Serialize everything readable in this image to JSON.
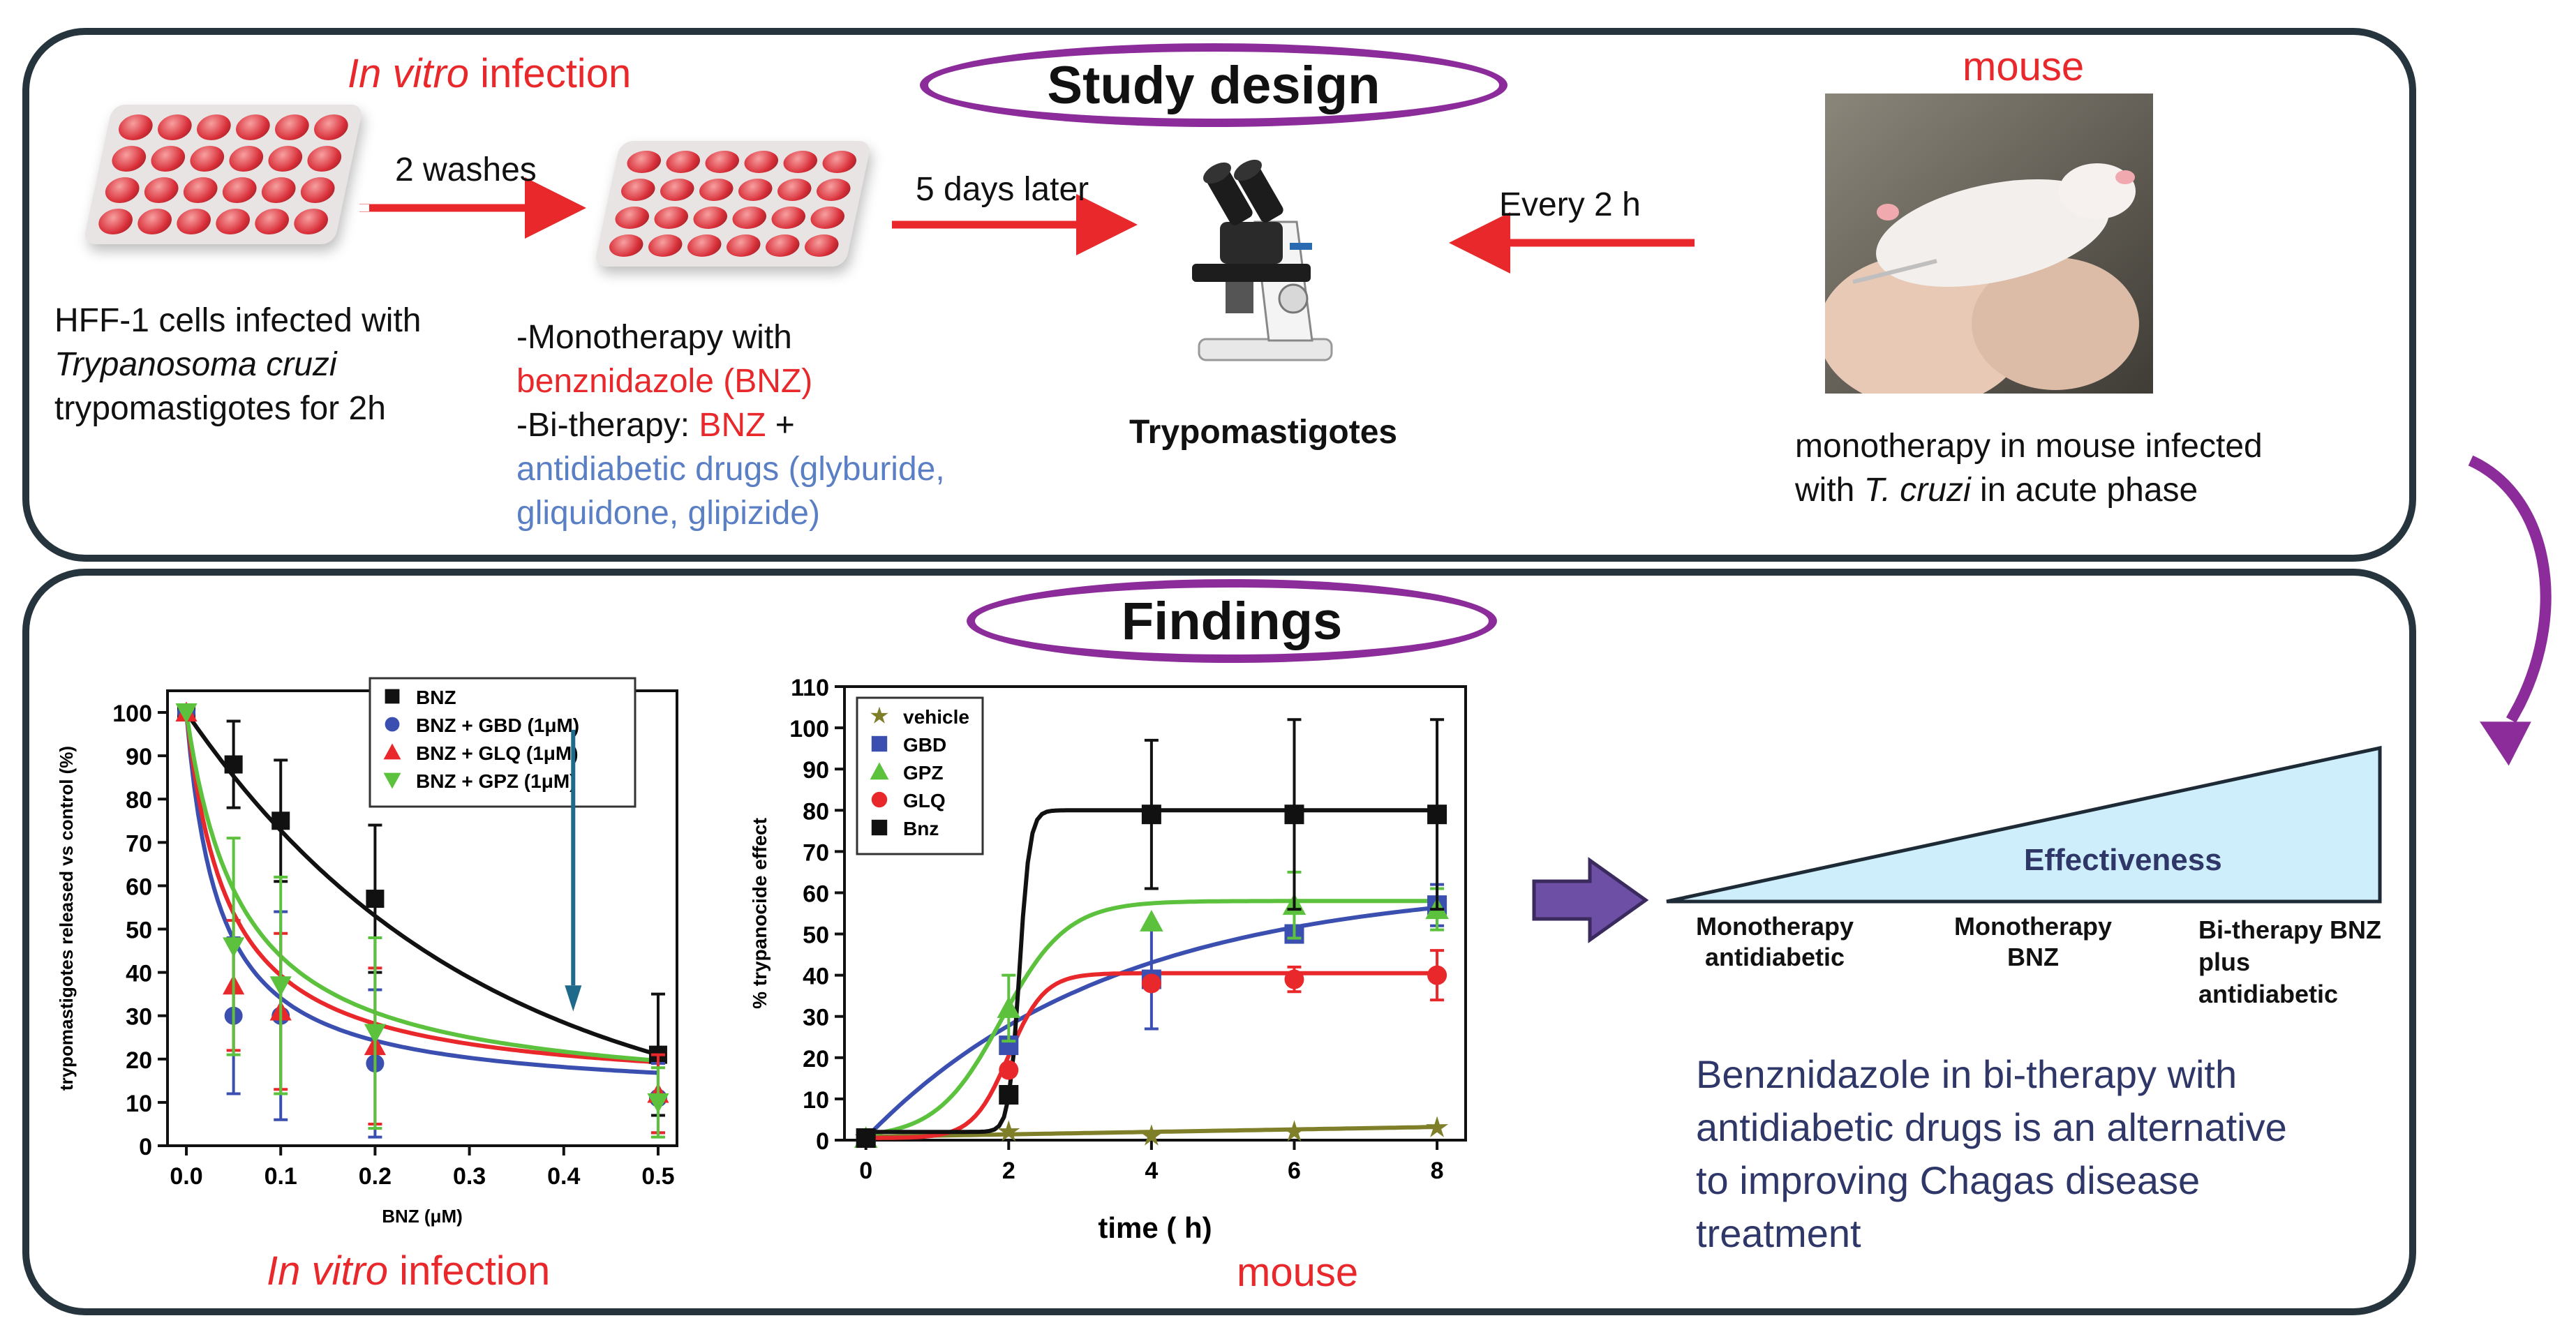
{
  "study": {
    "title": "Study design",
    "invitro_header_italic": "In vitro",
    "invitro_header_rest": " infection",
    "mouse_header": "mouse",
    "washes_label": "2 washes",
    "days_label": "5 days later",
    "every_label": "Every 2 h",
    "microscope_label": "Trypomastigotes",
    "cells_line1": "HFF-1 cells infected with",
    "cells_line2_italic": "Trypanosoma cruzi",
    "cells_line3": "trypomastigotes for 2h",
    "mono_line1": "-Monotherapy with",
    "mono_line2": "benznidazole (BNZ)",
    "bi_prefix": "-Bi-therapy: ",
    "bi_bnz": "BNZ",
    "bi_plus": " +",
    "bi_line2": "antidiabetic drugs (glyburide,",
    "bi_line3": "gliquidone, glipizide)",
    "mouse_line1": "monotherapy in mouse infected",
    "mouse_line2_pre": "with ",
    "mouse_line2_italic": "T. cruzi",
    "mouse_line2_post": " in acute phase"
  },
  "findings": {
    "title": "Findings",
    "invitro_italic": "In vitro",
    "invitro_rest": " infection",
    "mouse_label": "mouse",
    "effectiveness": "Effectiveness",
    "tri_labels": {
      "a1": "Monotherapy",
      "a2": "antidiabetic",
      "b1": "Monotherapy",
      "b2": "BNZ",
      "c1": "Bi-therapy BNZ",
      "c2": "plus",
      "c3": "antidiabetic"
    },
    "conclusion": [
      "Benznidazole in bi-therapy with",
      "antidiabetic drugs is an alternative",
      "to improving Chagas disease",
      "treatment"
    ]
  },
  "colors": {
    "accent_red": "#e8282b",
    "accent_blue": "#5a7fc4",
    "purple": "#8b2c9a",
    "navy_text": "#2f3768",
    "frame": "#26343d",
    "triangle_fill": "#cdeefa"
  },
  "chart_data": [
    {
      "type": "line",
      "xlabel": "BNZ (μM)",
      "ylabel": "trypomastigotes released vs control (%)",
      "x": [
        0.0,
        0.05,
        0.1,
        0.2,
        0.5
      ],
      "xticks": [
        0.0,
        0.1,
        0.2,
        0.3,
        0.4,
        0.5
      ],
      "xticklabels": [
        "0.0",
        "0.1",
        "0.2",
        "0.3",
        "0.4",
        "0.5"
      ],
      "yticks": [
        0,
        10,
        20,
        30,
        40,
        50,
        60,
        70,
        80,
        90,
        100
      ],
      "xlim": [
        -0.02,
        0.52
      ],
      "ylim": [
        0,
        105
      ],
      "legend_position": "top-right",
      "series": [
        {
          "name": "BNZ",
          "color": "#111111",
          "marker": "square",
          "values": [
            100,
            88,
            75,
            57,
            21
          ],
          "err": [
            0,
            10,
            14,
            17,
            14
          ]
        },
        {
          "name": "BNZ + GBD (1μM)",
          "color": "#3b4fb0",
          "marker": "circle",
          "values": [
            100,
            30,
            30,
            19,
            11
          ],
          "err": [
            0,
            18,
            24,
            17,
            8
          ]
        },
        {
          "name": "BNZ + GLQ (1μM)",
          "color": "#e8282b",
          "marker": "triangle-up",
          "values": [
            100,
            37,
            31,
            23,
            12
          ],
          "err": [
            0,
            15,
            18,
            18,
            9
          ]
        },
        {
          "name": "BNZ + GPZ (1μM)",
          "color": "#5cc23e",
          "marker": "triangle-down",
          "values": [
            100,
            46,
            37,
            26,
            10
          ],
          "err": [
            0,
            25,
            25,
            22,
            8
          ]
        }
      ],
      "annotation": "arrow at 0.41 μM"
    },
    {
      "type": "line",
      "xlabel": "time ( h)",
      "ylabel": "% trypanocide effect",
      "x": [
        0,
        2,
        4,
        6,
        8
      ],
      "xticks": [
        0,
        2,
        4,
        6,
        8
      ],
      "yticks": [
        0,
        10,
        20,
        30,
        40,
        50,
        60,
        70,
        80,
        90,
        100,
        110
      ],
      "xlim": [
        -0.3,
        8.4
      ],
      "ylim": [
        0,
        110
      ],
      "legend_position": "top-left",
      "series": [
        {
          "name": "vehicle",
          "color": "#7f7f2a",
          "marker": "star",
          "values": [
            0.5,
            2,
            1,
            2,
            3
          ],
          "err": [
            0,
            0,
            0,
            0,
            0
          ]
        },
        {
          "name": "GBD",
          "color": "#3b4fb0",
          "marker": "square",
          "values": [
            0.5,
            23,
            39,
            50,
            57
          ],
          "err": [
            0,
            0,
            12,
            0,
            5
          ]
        },
        {
          "name": "GPZ",
          "color": "#5cc23e",
          "marker": "triangle-up",
          "values": [
            0.5,
            32,
            53,
            57,
            56
          ],
          "err": [
            0,
            8,
            0,
            8,
            5
          ]
        },
        {
          "name": "GLQ",
          "color": "#e8282b",
          "marker": "circle",
          "values": [
            0.5,
            17,
            38,
            39,
            40
          ],
          "err": [
            0,
            0,
            0,
            3,
            6
          ]
        },
        {
          "name": "Bnz",
          "color": "#111111",
          "marker": "square",
          "values": [
            0.5,
            11,
            79,
            79,
            79
          ],
          "err": [
            0,
            0,
            18,
            23,
            23
          ]
        }
      ]
    }
  ]
}
